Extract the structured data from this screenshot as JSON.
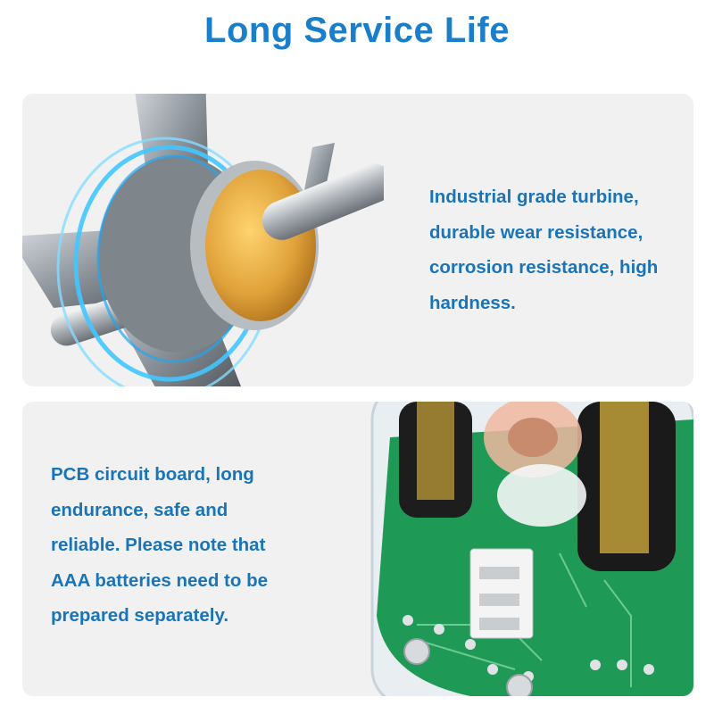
{
  "title": "Long Service Life",
  "turbine_section": {
    "lines": [
      "Industrial grade turbine,",
      "durable wear resistance,",
      "corrosion resistance, high",
      "hardness."
    ]
  },
  "pcb_section": {
    "lines": [
      "PCB circuit board, long",
      "endurance, safe and",
      "reliable. Please note that",
      "AAA batteries need to be",
      "prepared separately."
    ]
  },
  "colors": {
    "title": "#1a7fc8",
    "caption": "#1a74b8",
    "panel": "#f1f1f1",
    "pcb": "#1f9a56",
    "copper": "#e0a23a"
  },
  "icons": [
    "turbine-illustration",
    "pcb-illustration"
  ]
}
